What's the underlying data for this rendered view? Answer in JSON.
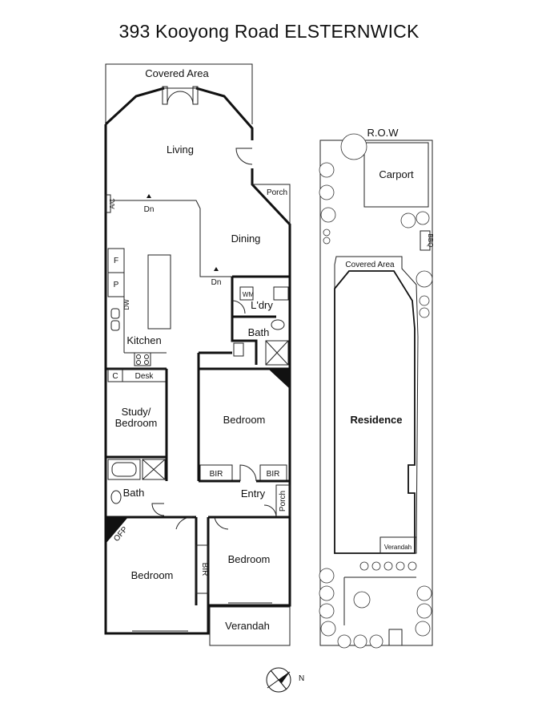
{
  "title": "393 Kooyong Road ELSTERNWICK",
  "floor_plan": {
    "rooms": {
      "covered_area": "Covered Area",
      "living": "Living",
      "porch_top": "Porch",
      "ac": "A/C",
      "dn_1": "Dn",
      "dn_2": "Dn",
      "dining": "Dining",
      "fridge": "F",
      "pantry": "P",
      "dishwasher": "DW",
      "wm": "WM",
      "laundry": "L'dry",
      "kitchen": "Kitchen",
      "bath_1": "Bath",
      "cupboard": "C",
      "desk": "Desk",
      "study": "Study/",
      "study_2": "Bedroom",
      "bedroom_1": "Bedroom",
      "bir_1": "BIR",
      "bir_2": "BIR",
      "bath_2": "Bath",
      "entry": "Entry",
      "porch_entry": "Porch",
      "ofp": "OFP",
      "bir_3": "BIR",
      "bedroom_2": "Bedroom",
      "bedroom_3": "Bedroom",
      "verandah": "Verandah"
    }
  },
  "site_plan": {
    "row": "R.O.W",
    "carport": "Carport",
    "bbq": "BBQ",
    "covered_area": "Covered Area",
    "residence": "Residence",
    "verandah": "Verandah"
  },
  "compass": {
    "north": "N"
  }
}
